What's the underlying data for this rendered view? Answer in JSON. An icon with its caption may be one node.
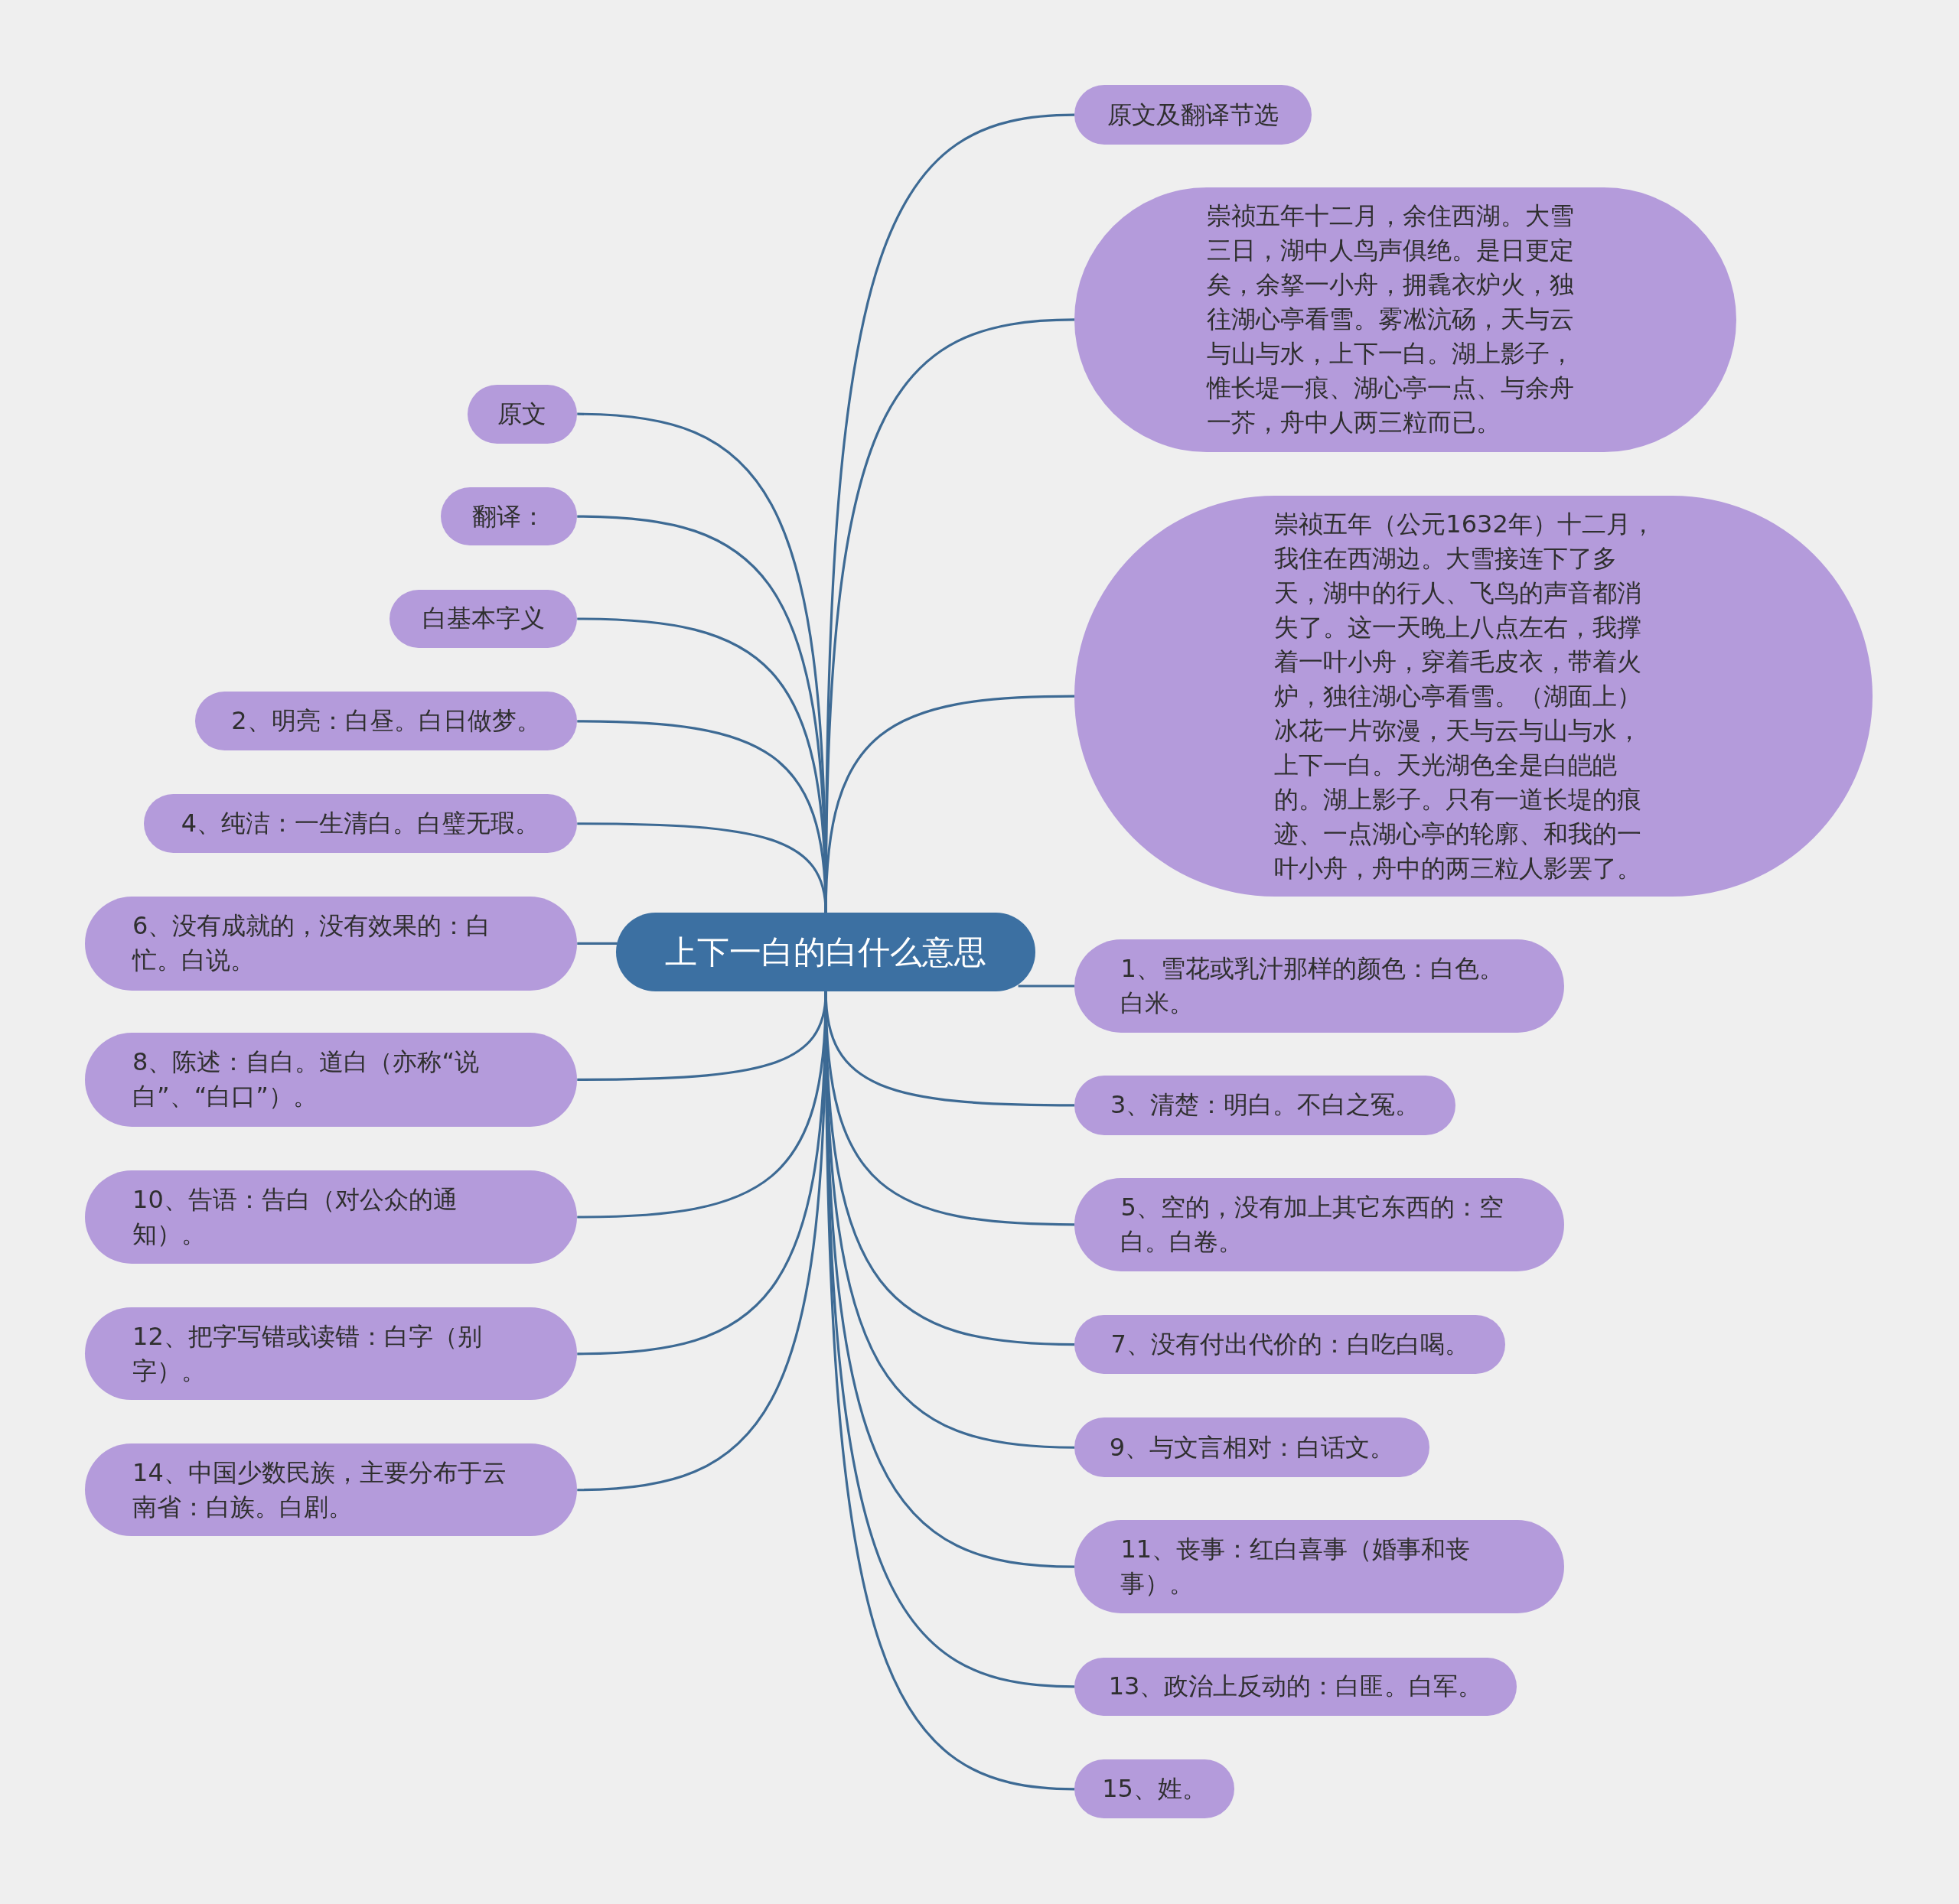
{
  "diagram": {
    "nodes": [
      {
        "text": [
          "上下一白的白什么意思"
        ]
      },
      {
        "text": [
          "原文及翻译节选"
        ]
      },
      {
        "text": [
          "崇祯五年十二月，余住西湖。大雪三日，湖中人鸟声俱绝。是日更定矣，余拏一小舟，拥毳衣炉火，独往湖心亭看雪。雾凇沆砀，天与云与山与水，上下一白。湖上影子，惟长堤一痕、湖心亭一点、与余舟一芥，舟中人两三粒而已。"
        ]
      },
      {
        "text": [
          "崇祯五年（公元1632年）十二月，我住在西湖边。大雪接连下了多天，湖中的行人、飞鸟的声音都消失了。这一天晚上八点左右，我撑着一叶小舟，穿着毛皮衣，带着火炉，独往湖心亭看雪。（湖面上）冰花一片弥漫，天与云与山与水，上下一白。天光湖色全是白皑皑的。湖上影子。只有一道长堤的痕迹、一点湖心亭的轮廓、和我的一叶小舟，舟中的两三粒人影罢了。"
        ]
      },
      {
        "text": [
          "1、雪花或乳汁那样的颜色：白色。白米。"
        ]
      },
      {
        "text": [
          "3、清楚：明白。不白之冤。"
        ]
      },
      {
        "text": [
          "5、空的，没有加上其它东西的：空白。白卷。"
        ]
      },
      {
        "text": [
          "7、没有付出代价的：白吃白喝。"
        ]
      },
      {
        "text": [
          "9、与文言相对：白话文。"
        ]
      },
      {
        "text": [
          "11、丧事：红白喜事（婚事和丧事）。"
        ]
      },
      {
        "text": [
          "13、政治上反动的：白匪。白军。"
        ]
      },
      {
        "text": [
          "15、姓。"
        ]
      },
      {
        "text": [
          "原文"
        ]
      },
      {
        "text": [
          "翻译："
        ]
      },
      {
        "text": [
          "白基本字义"
        ]
      },
      {
        "text": [
          "2、明亮：白昼。白日做梦。"
        ]
      },
      {
        "text": [
          "4、纯洁：一生清白。白璧无瑕。"
        ]
      },
      {
        "text": [
          "6、没有成就的，没有效果的：白忙。白说。"
        ]
      },
      {
        "text": [
          "8、陈述：自白。道白（亦称“说白”、“白口”）。"
        ]
      },
      {
        "text": [
          "10、告语：告白（对公众的通知）。"
        ]
      },
      {
        "text": [
          "12、把字写错或读错：白字（别字）。"
        ]
      },
      {
        "text": [
          "14、中国少数民族，主要分布于云南省：白族。白剧。"
        ]
      }
    ],
    "edges": [
      {
        "from": 0,
        "to": 1,
        "arrow": "none"
      },
      {
        "from": 0,
        "to": 2,
        "arrow": "none"
      },
      {
        "from": 0,
        "to": 3,
        "arrow": "none"
      },
      {
        "from": 0,
        "to": 4,
        "arrow": "none"
      },
      {
        "from": 0,
        "to": 5,
        "arrow": "none"
      },
      {
        "from": 0,
        "to": 6,
        "arrow": "none"
      },
      {
        "from": 0,
        "to": 7,
        "arrow": "none"
      },
      {
        "from": 0,
        "to": 8,
        "arrow": "none"
      },
      {
        "from": 0,
        "to": 9,
        "arrow": "none"
      },
      {
        "from": 0,
        "to": 10,
        "arrow": "none"
      },
      {
        "from": 0,
        "to": 11,
        "arrow": "none"
      },
      {
        "from": 0,
        "to": 12,
        "arrow": "none"
      },
      {
        "from": 0,
        "to": 13,
        "arrow": "none"
      },
      {
        "from": 0,
        "to": 14,
        "arrow": "none"
      },
      {
        "from": 0,
        "to": 15,
        "arrow": "none"
      },
      {
        "from": 0,
        "to": 16,
        "arrow": "none"
      },
      {
        "from": 0,
        "to": 17,
        "arrow": "none"
      },
      {
        "from": 0,
        "to": 18,
        "arrow": "none"
      },
      {
        "from": 0,
        "to": 19,
        "arrow": "none"
      },
      {
        "from": 0,
        "to": 20,
        "arrow": "none"
      },
      {
        "from": 0,
        "to": 21,
        "arrow": "none"
      }
    ]
  }
}
